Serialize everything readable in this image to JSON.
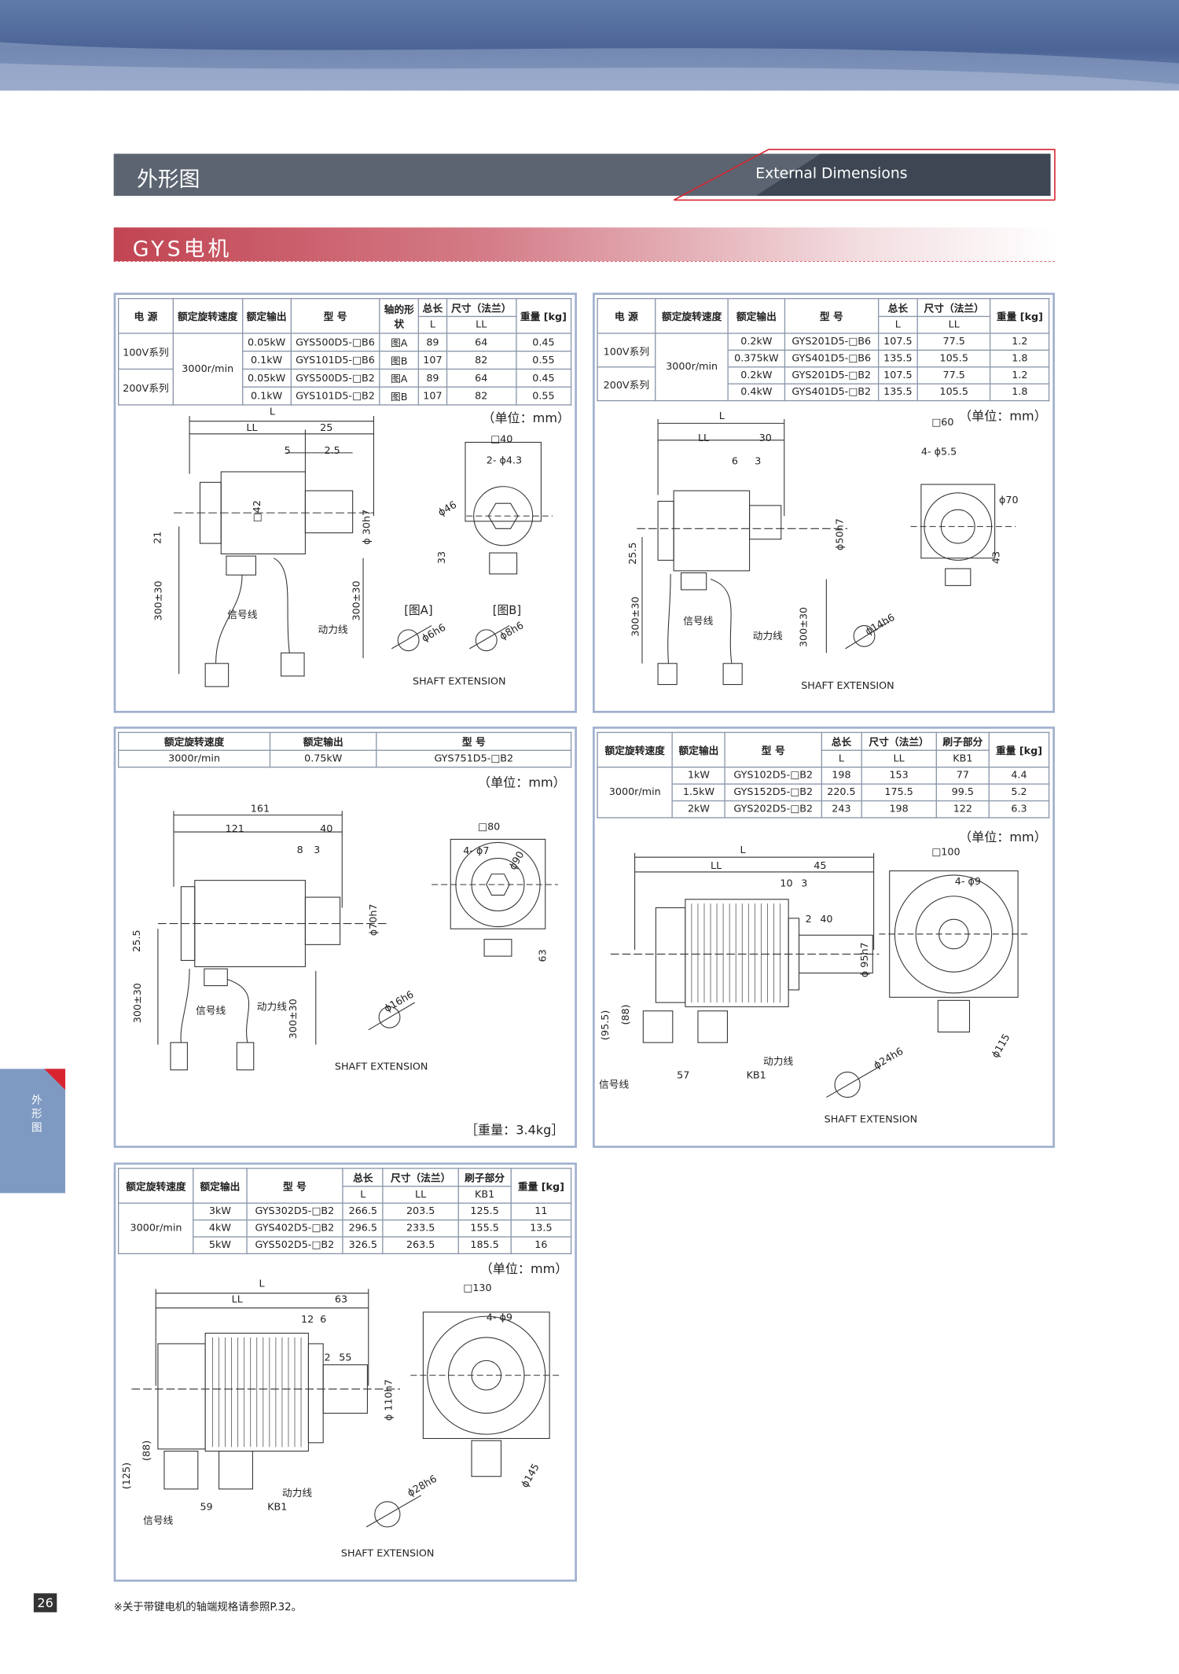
{
  "header": {
    "title_cn": "外形图",
    "title_en": "External Dimensions",
    "series": "GYS电机"
  },
  "unit_mm": "（单位：mm）",
  "panel1": {
    "headers": [
      "电  源",
      "额定旋转速度",
      "额定输出",
      "型  号",
      "轴的形状",
      "总长",
      "尺寸（法兰）",
      "重量 [kg]",
      "L",
      "LL"
    ],
    "group1": "100V系列",
    "group2": "200V系列",
    "speed": "3000r/min",
    "rows": [
      [
        "0.05kW",
        "GYS500D5-□B6",
        "图A",
        "89",
        "64",
        "0.45"
      ],
      [
        "0.1kW",
        "GYS101D5-□B6",
        "图B",
        "107",
        "82",
        "0.55"
      ],
      [
        "0.05kW",
        "GYS500D5-□B2",
        "图A",
        "89",
        "64",
        "0.45"
      ],
      [
        "0.1kW",
        "GYS101D5-□B2",
        "图B",
        "107",
        "82",
        "0.55"
      ]
    ],
    "dims": {
      "L": "L",
      "LL": "LL",
      "d25": "25",
      "d5": "5",
      "d2_5": "2.5",
      "d42": "□42",
      "d40": "□40",
      "holes": "2- ϕ4.3",
      "d46": "ϕ46",
      "d30h7": "ϕ 30h7",
      "d21": "21",
      "d33": "33",
      "d300a": "300±30",
      "d300b": "300±30",
      "sig": "信号线",
      "pow": "动力线",
      "figA": "[图A]",
      "figB": "[图B]",
      "s1": "ϕ6h6",
      "s2": "ϕ8h6",
      "shaft": "SHAFT EXTENSION"
    }
  },
  "panel2": {
    "headers": [
      "电  源",
      "额定旋转速度",
      "额定输出",
      "型  号",
      "总长",
      "尺寸（法兰）",
      "重量 [kg]",
      "L",
      "LL"
    ],
    "group1": "100V系列",
    "group2": "200V系列",
    "speed": "3000r/min",
    "rows": [
      [
        "0.2kW",
        "GYS201D5-□B6",
        "107.5",
        "77.5",
        "1.2"
      ],
      [
        "0.375kW",
        "GYS401D5-□B6",
        "135.5",
        "105.5",
        "1.8"
      ],
      [
        "0.2kW",
        "GYS201D5-□B2",
        "107.5",
        "77.5",
        "1.2"
      ],
      [
        "0.4kW",
        "GYS401D5-□B2",
        "135.5",
        "105.5",
        "1.8"
      ]
    ],
    "dims": {
      "L": "L",
      "LL": "LL",
      "d30": "30",
      "d6": "6",
      "d3": "3",
      "d60": "□60",
      "holes": "4- ϕ5.5",
      "d70": "ϕ70",
      "d50h7": "ϕ50h7",
      "d25_5": "25.5",
      "d43": "43",
      "d300a": "300±30",
      "d300b": "300±30",
      "sig": "信号线",
      "pow": "动力线",
      "s1": "ϕ14h6",
      "shaft": "SHAFT EXTENSION"
    }
  },
  "panel3": {
    "headers": [
      "额定旋转速度",
      "额定输出",
      "型  号"
    ],
    "row": [
      "3000r/min",
      "0.75kW",
      "GYS751D5-□B2"
    ],
    "dims": {
      "d161": "161",
      "d121": "121",
      "d40": "40",
      "d8": "8",
      "d3": "3",
      "d80": "□80",
      "holes": "4- ϕ7",
      "d90": "ϕ90",
      "d70h7": "ϕ70h7",
      "d25_5": "25.5",
      "d63": "63",
      "d300a": "300±30",
      "d300b": "300±30",
      "sig": "信号线",
      "pow": "动力线",
      "s1": "ϕ16h6",
      "shaft": "SHAFT EXTENSION"
    },
    "weight": "［重量：3.4kg］"
  },
  "panel4": {
    "headers": [
      "额定旋转速度",
      "额定输出",
      "型  号",
      "总长",
      "尺寸（法兰）",
      "刷子部分",
      "重量 [kg]",
      "L",
      "LL",
      "KB1"
    ],
    "speed": "3000r/min",
    "rows": [
      [
        "1kW",
        "GYS102D5-□B2",
        "198",
        "153",
        "77",
        "4.4"
      ],
      [
        "1.5kW",
        "GYS152D5-□B2",
        "220.5",
        "175.5",
        "99.5",
        "5.2"
      ],
      [
        "2kW",
        "GYS202D5-□B2",
        "243",
        "198",
        "122",
        "6.3"
      ]
    ],
    "dims": {
      "L": "L",
      "LL": "LL",
      "d45": "45",
      "d10": "10",
      "d3": "3",
      "d2": "2",
      "d40": "40",
      "d100": "□100",
      "holes": "4- ϕ9",
      "d95h7": "ϕ 95h7",
      "d115": "ϕ115",
      "d95_5": "(95.5)",
      "d88": "(88)",
      "d57": "57",
      "kb1": "KB1",
      "sig": "信号线",
      "pow": "动力线",
      "s1": "ϕ24h6",
      "shaft": "SHAFT EXTENSION"
    }
  },
  "panel5": {
    "headers": [
      "额定旋转速度",
      "额定输出",
      "型  号",
      "总长",
      "尺寸（法兰）",
      "刷子部分",
      "重量 [kg]",
      "L",
      "LL",
      "KB1"
    ],
    "speed": "3000r/min",
    "rows": [
      [
        "3kW",
        "GYS302D5-□B2",
        "266.5",
        "203.5",
        "125.5",
        "11"
      ],
      [
        "4kW",
        "GYS402D5-□B2",
        "296.5",
        "233.5",
        "155.5",
        "13.5"
      ],
      [
        "5kW",
        "GYS502D5-□B2",
        "326.5",
        "263.5",
        "185.5",
        "16"
      ]
    ],
    "dims": {
      "L": "L",
      "LL": "LL",
      "d63": "63",
      "d12": "12",
      "d6": "6",
      "d2": "2",
      "d55": "55",
      "d130": "□130",
      "holes": "4- ϕ9",
      "d110h7": "ϕ 110h7",
      "d145": "ϕ145",
      "d125": "(125)",
      "d88": "(88)",
      "d59": "59",
      "kb1": "KB1",
      "sig": "信号线",
      "pow": "动力线",
      "s1": "ϕ28h6",
      "shaft": "SHAFT EXTENSION"
    }
  },
  "sidetab": "外形图",
  "page_number": "26",
  "footnote": "※关于带键电机的轴端规格请参照P.32。"
}
